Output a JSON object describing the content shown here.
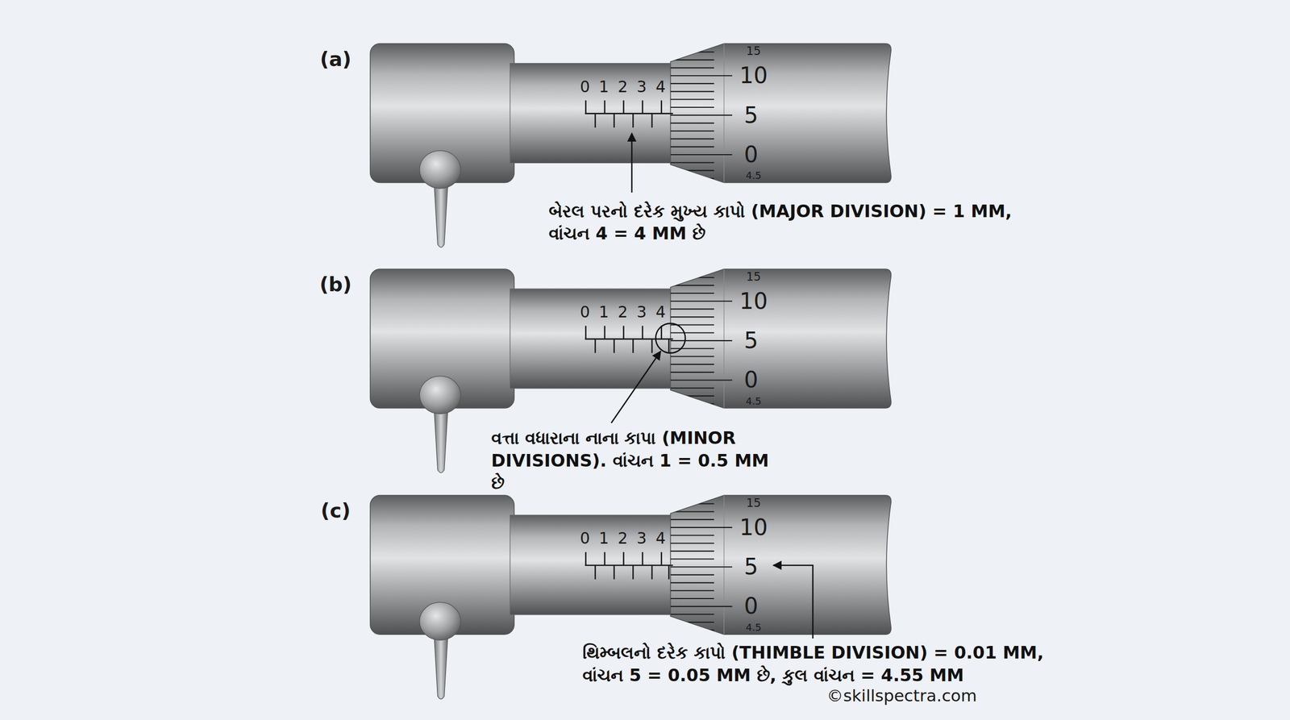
{
  "diagram": {
    "labels": [
      "(a)",
      "0",
      "1",
      "2",
      "3",
      "4",
      "15",
      "10",
      "5",
      "0",
      "4.5",
      "બેરલ પરનો દરેક મુખ્ય કાપો (MAJOR DIVISION) = 1 MM, વાંચન 4 = 4 MM છે",
      "(b)",
      "0",
      "1",
      "2",
      "3",
      "4",
      "15",
      "10",
      "5",
      "0",
      "4.5",
      "વત્તા વધારાના નાના કાપા (MINOR DIVISIONS). વાંચન 1 = 0.5 MM છે",
      "(c)",
      "0",
      "1",
      "2",
      "3",
      "4",
      "15",
      "10",
      "5",
      "0",
      "4.5",
      "થિમ્બલનો દરેક કાપો (THIMBLE DIVISION) = 0.01 MM, વાંચન 5 = 0.05 MM છે, કુલ વાંચન = 4.55 MM",
      "©skillspectra.com"
    ]
  }
}
